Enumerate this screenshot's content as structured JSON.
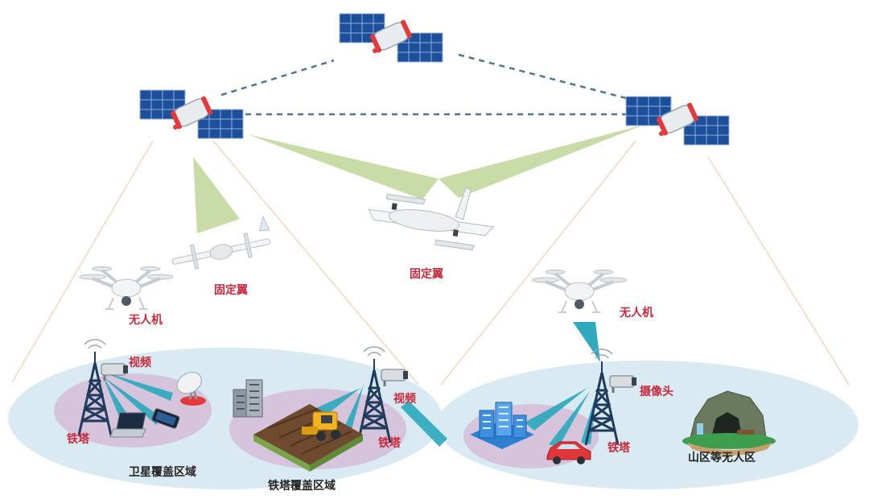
{
  "labels": {
    "uav_left": "无人机",
    "fixed_wing_left": "固定翼",
    "fixed_wing_center": "固定翼",
    "uav_right": "无人机",
    "video_left": "视频",
    "video_mid": "视频",
    "tower_left": "铁塔",
    "tower_mid": "铁塔",
    "tower_right": "铁塔",
    "camera": "摄像头",
    "satellite_coverage": "卫星覆盖区域",
    "tower_coverage": "铁塔覆盖区域",
    "remote_area": "山区等无人区"
  },
  "colors": {
    "label_red": "#c8283c",
    "label_dark": "#222222",
    "coverage_ellipse": "#d9eaf2",
    "tower_zone": "#d5c4dc",
    "satellite_beam": "#c9dca7",
    "signal_beam": "#2fa9bd",
    "satellite_link": "#4e7690",
    "footprint_line": "#f1d7c4"
  },
  "icons": [
    "satellite-icon",
    "fixed-wing-drone-icon",
    "quadcopter-icon",
    "cell-tower-icon",
    "security-camera-icon",
    "laptop-icon",
    "smartphone-icon",
    "satellite-dish-icon",
    "building-icon",
    "harvester-icon",
    "car-icon",
    "mountain-cave-icon"
  ]
}
